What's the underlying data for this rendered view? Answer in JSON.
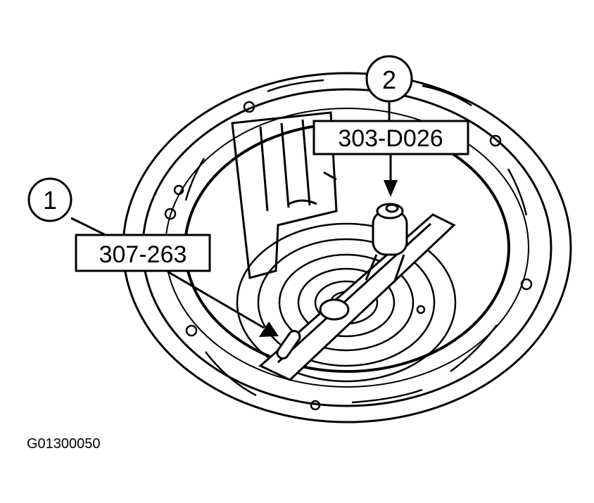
{
  "callouts": [
    {
      "number": "1",
      "tool": "307-263"
    },
    {
      "number": "2",
      "tool": "303-D026"
    }
  ],
  "figure_id": "G01300050"
}
